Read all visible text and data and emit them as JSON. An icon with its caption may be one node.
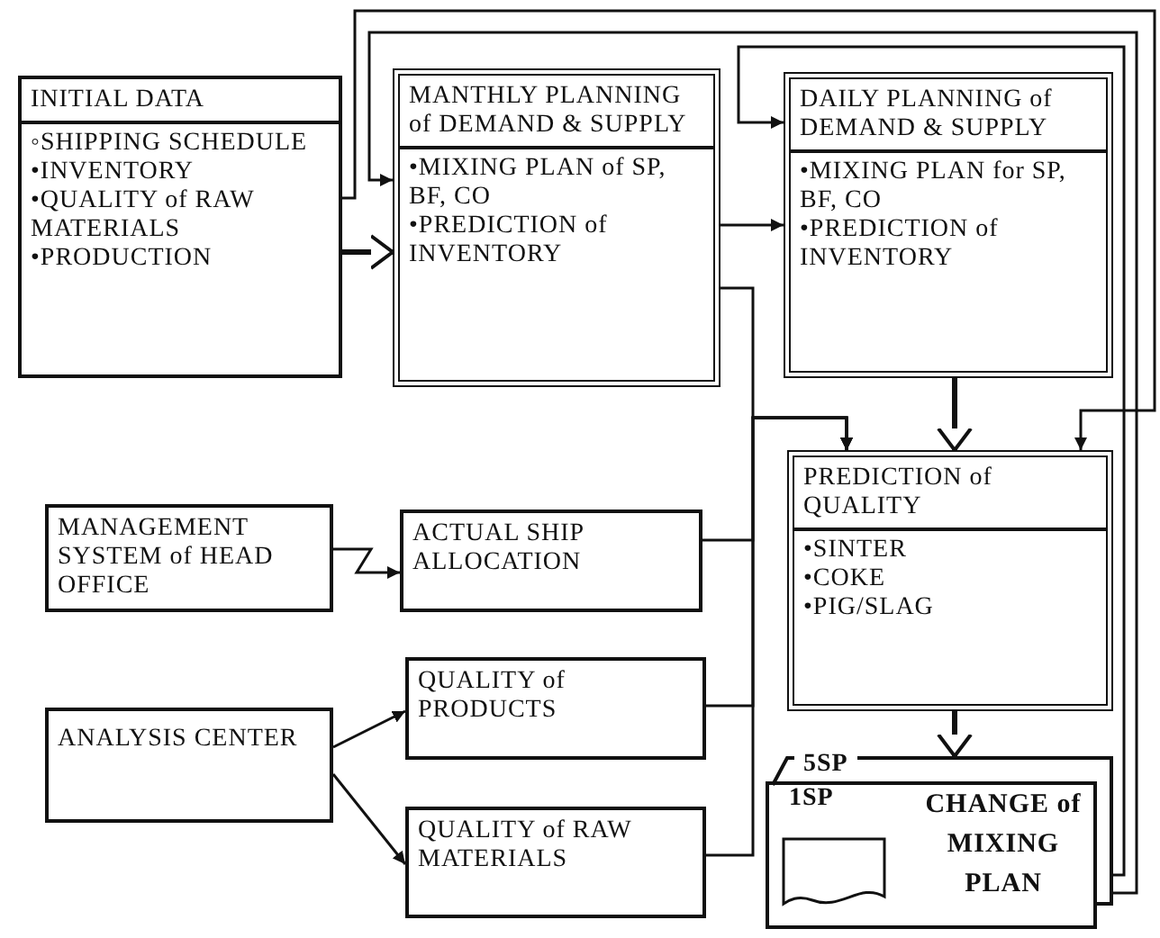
{
  "diagram": {
    "nodes": [
      {
        "text": [
          "INITIAL DATA",
          "◦SHIPPING SCHEDULE",
          "•INVENTORY",
          "•QUALITY of RAW MATERIALS",
          "•PRODUCTION"
        ]
      },
      {
        "text": [
          "MANTHLY PLANNING of DEMAND & SUPPLY",
          "•MIXING PLAN of SP, BF, CO",
          "•PREDICTION of INVENTORY"
        ]
      },
      {
        "text": [
          "DAILY PLANNING of DEMAND & SUPPLY",
          "•MIXING PLAN for SP, BF, CO",
          "•PREDICTION of INVENTORY"
        ]
      },
      {
        "text": [
          "MANAGEMENT SYSTEM of HEAD OFFICE"
        ]
      },
      {
        "text": [
          "ACTUAL SHIP ALLOCATION"
        ]
      },
      {
        "text": [
          "PREDICTION of QUALITY",
          "•SINTER",
          "•COKE",
          "•PIG/SLAG"
        ]
      },
      {
        "text": [
          "ANALYSIS CENTER"
        ]
      },
      {
        "text": [
          "QUALITY of PRODUCTS"
        ]
      },
      {
        "text": [
          "QUALITY of RAW MATERIALS"
        ]
      },
      {
        "text": [
          "5SP",
          "1SP",
          "CHANGE of MIXING PLAN"
        ]
      }
    ],
    "edges": [
      {
        "from": 0,
        "to": 1,
        "arrow": "to",
        "style": "thick"
      },
      {
        "from": 9,
        "to": 1,
        "arrow": "to"
      },
      {
        "from": 9,
        "to": 2,
        "arrow": "to"
      },
      {
        "from": 1,
        "to": 2,
        "arrow": "to"
      },
      {
        "from": 0,
        "to": 5,
        "arrow": "to"
      },
      {
        "from": 2,
        "to": 5,
        "arrow": "to",
        "style": "thick"
      },
      {
        "from": 1,
        "to": 5,
        "arrow": "to"
      },
      {
        "from": 4,
        "to": 5,
        "arrow": "to"
      },
      {
        "from": 7,
        "to": 5,
        "arrow": "to"
      },
      {
        "from": 8,
        "to": 5,
        "arrow": "to"
      },
      {
        "from": 3,
        "to": 4,
        "arrow": "to"
      },
      {
        "from": 6,
        "to": 7,
        "arrow": "to"
      },
      {
        "from": 6,
        "to": 8,
        "arrow": "to"
      },
      {
        "from": 5,
        "to": 9,
        "arrow": "to",
        "style": "thick"
      }
    ]
  }
}
